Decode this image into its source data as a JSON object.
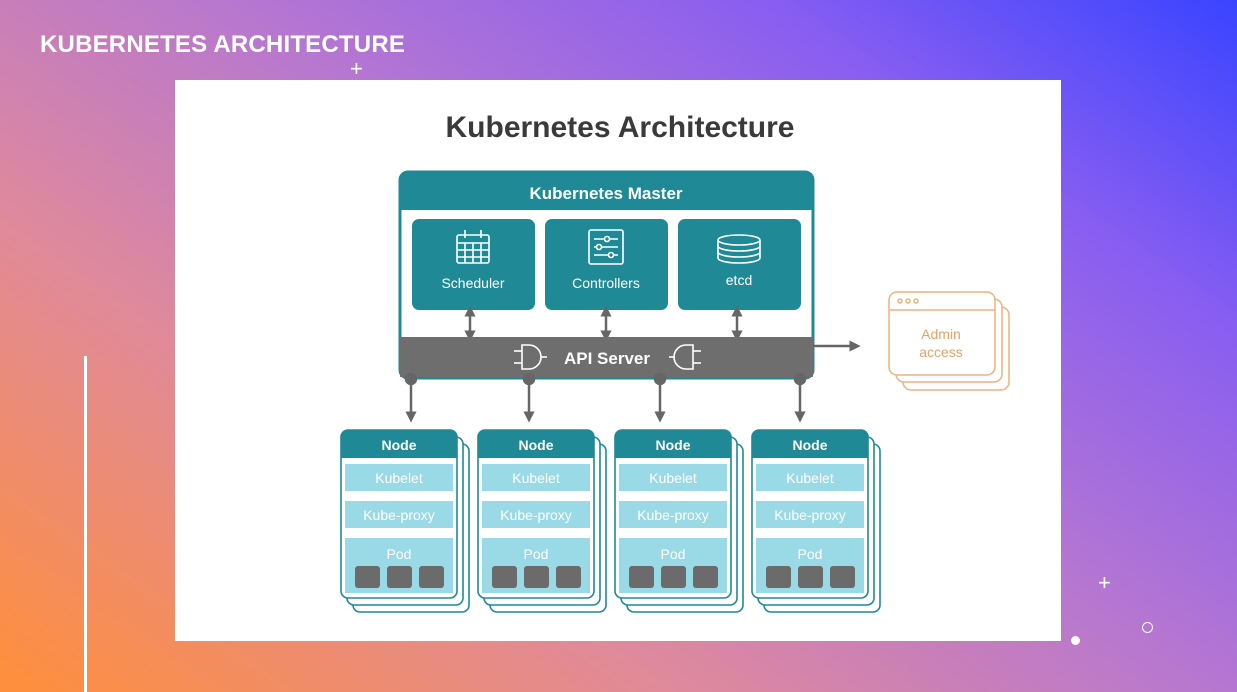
{
  "slide": {
    "title": "KUBERNETES ARCHITECTURE"
  },
  "diagram": {
    "title": "Kubernetes Architecture",
    "master": {
      "label": "Kubernetes Master",
      "components": [
        "Scheduler",
        "Controllers",
        "etcd"
      ]
    },
    "api_server": "API Server",
    "admin": {
      "line1": "Admin",
      "line2": "access"
    },
    "nodes": [
      {
        "label": "Node",
        "rows": [
          "Kubelet",
          "Kube-proxy",
          "Pod"
        ]
      },
      {
        "label": "Node",
        "rows": [
          "Kubelet",
          "Kube-proxy",
          "Pod"
        ]
      },
      {
        "label": "Node",
        "rows": [
          "Kubelet",
          "Kube-proxy",
          "Pod"
        ]
      },
      {
        "label": "Node",
        "rows": [
          "Kubelet",
          "Kube-proxy",
          "Pod"
        ]
      }
    ]
  },
  "colors": {
    "teal": "#1f8a96",
    "teal_dark": "#17747f",
    "api_grey": "#6e6e6e",
    "row_light": "#9ad9e6",
    "pod_box": "#6b6b6b",
    "admin_orange": "#f0b27a"
  }
}
